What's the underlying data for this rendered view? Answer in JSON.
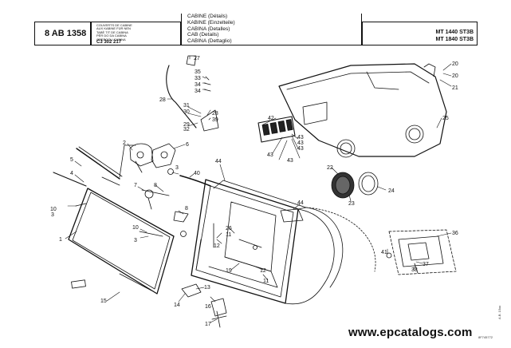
{
  "header": {
    "reference": "8 AB 1358",
    "stamp_lines": [
      "COUVERTS DE CABINE",
      "AUX KABINE FÜR NEN",
      "TABÈ TIT DE CABINA",
      "PÉR DO DA CABINA",
      "OPERCOLI CABINA"
    ],
    "part_code": "C3 302 217",
    "titles": [
      "CABINE (Détails)",
      "KABINE (Einzelteile)",
      "CABINA (Detalles)",
      "CAB (Details)",
      "CABINA (Dettaglio)"
    ],
    "models": [
      "MT 1440 ST3B",
      "MT 1840 ST3B"
    ]
  },
  "callouts": {
    "n1": "1",
    "n2": "2",
    "n3": "3",
    "n4": "4",
    "n5": "5",
    "n6": "6",
    "n7": "7",
    "n8": "8",
    "n10": "10",
    "n11": "11",
    "n12": "12",
    "n13": "13",
    "n14": "14",
    "n15": "15",
    "n16": "16",
    "n17": "17",
    "n19": "19",
    "n20": "20",
    "n21": "21",
    "n22": "22",
    "n23": "23",
    "n24": "24",
    "n25": "25",
    "n26": "26",
    "n27": "27",
    "n28": "28",
    "n29": "29",
    "n30": "30",
    "n31": "31",
    "n32": "32",
    "n33": "33",
    "n34": "34",
    "n35": "35",
    "n36": "36",
    "n37": "37",
    "n38": "38",
    "n39": "39",
    "n40": "40",
    "n41": "41",
    "n42": "42",
    "n43": "43",
    "n44": "44"
  },
  "side_stamp": "A.B. 15xx",
  "side_code": "8F745772",
  "footer": {
    "watermark": "www.epcatalogs.com"
  }
}
